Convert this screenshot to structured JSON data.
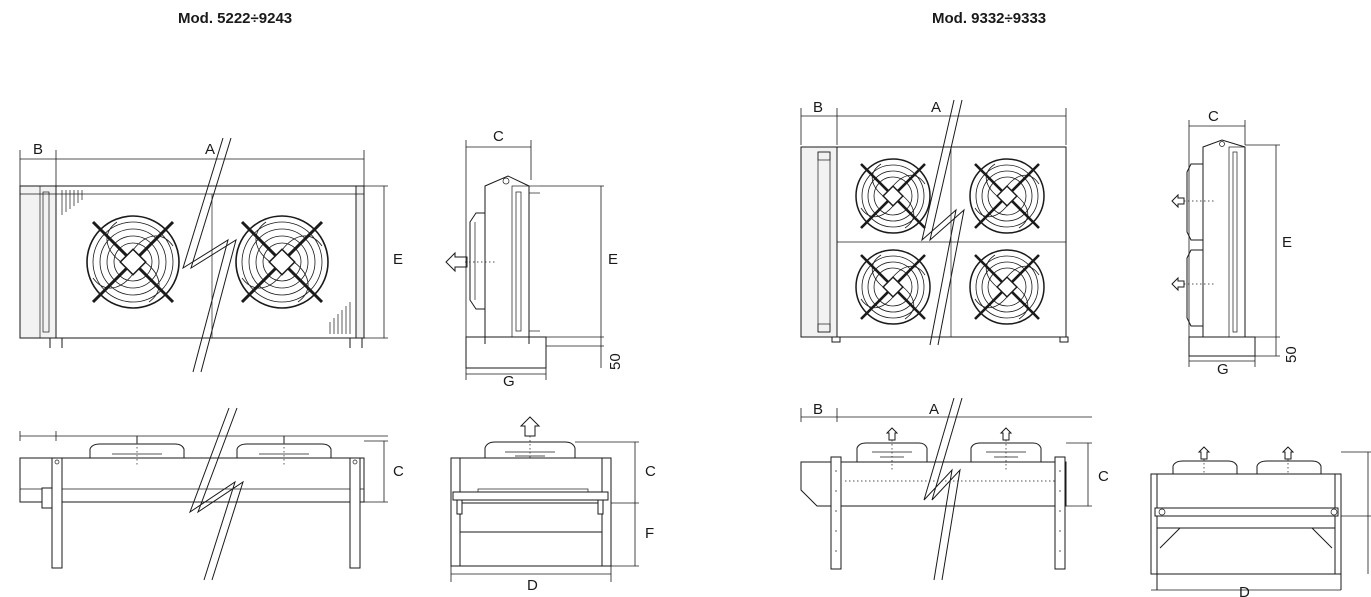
{
  "titles": {
    "left": "Mod. 5222÷9243",
    "right": "Mod. 9332÷9333"
  },
  "labels": {
    "A": "A",
    "B": "B",
    "C": "C",
    "D": "D",
    "E": "E",
    "F": "F",
    "G": "G",
    "fifty": "50"
  }
}
